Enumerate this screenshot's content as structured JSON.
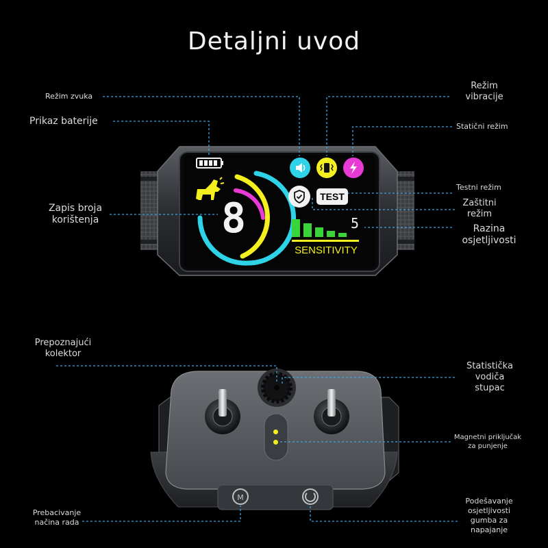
{
  "page": {
    "title": "Detaljni uvod"
  },
  "collar_display": {
    "labels": {
      "sound_mode": "Režim zvuka",
      "battery_display": "Prikaz baterije",
      "usage_count": [
        "Zapis broja",
        "korištenja"
      ],
      "vibration_mode": [
        "Režim",
        "vibracije"
      ],
      "static_mode": "Statični režim",
      "test_mode": "Testni režim",
      "protection_mode": [
        "Zaštitni",
        "režim"
      ],
      "sensitivity_level": [
        "Razina",
        "osjetljivosti"
      ]
    },
    "screen": {
      "digit": "8",
      "test_text": "TEST",
      "sensitivity_text": "SENSITIVITY",
      "level_value": "5",
      "sensitivity_bars_level": 5
    },
    "colors": {
      "cyan": "#2fd3e8",
      "yellow": "#f4ef1e",
      "magenta": "#e83bd6",
      "green": "#38d43a"
    }
  },
  "collar_back": {
    "labels": {
      "recognition_collector": [
        "Prepoznajući",
        "kolektor"
      ],
      "static_guide_pillar": [
        "Statistička",
        "vodiča",
        "stupac"
      ],
      "magnetic_charging": [
        "Magnetni priključak",
        "za punjenje"
      ],
      "mode_switch": [
        "Prebacivanje",
        "načina rada"
      ],
      "sensitivity_power_button": [
        "Podešavanje",
        "osjetljivosti",
        "gumba za",
        "napajanje"
      ]
    }
  }
}
